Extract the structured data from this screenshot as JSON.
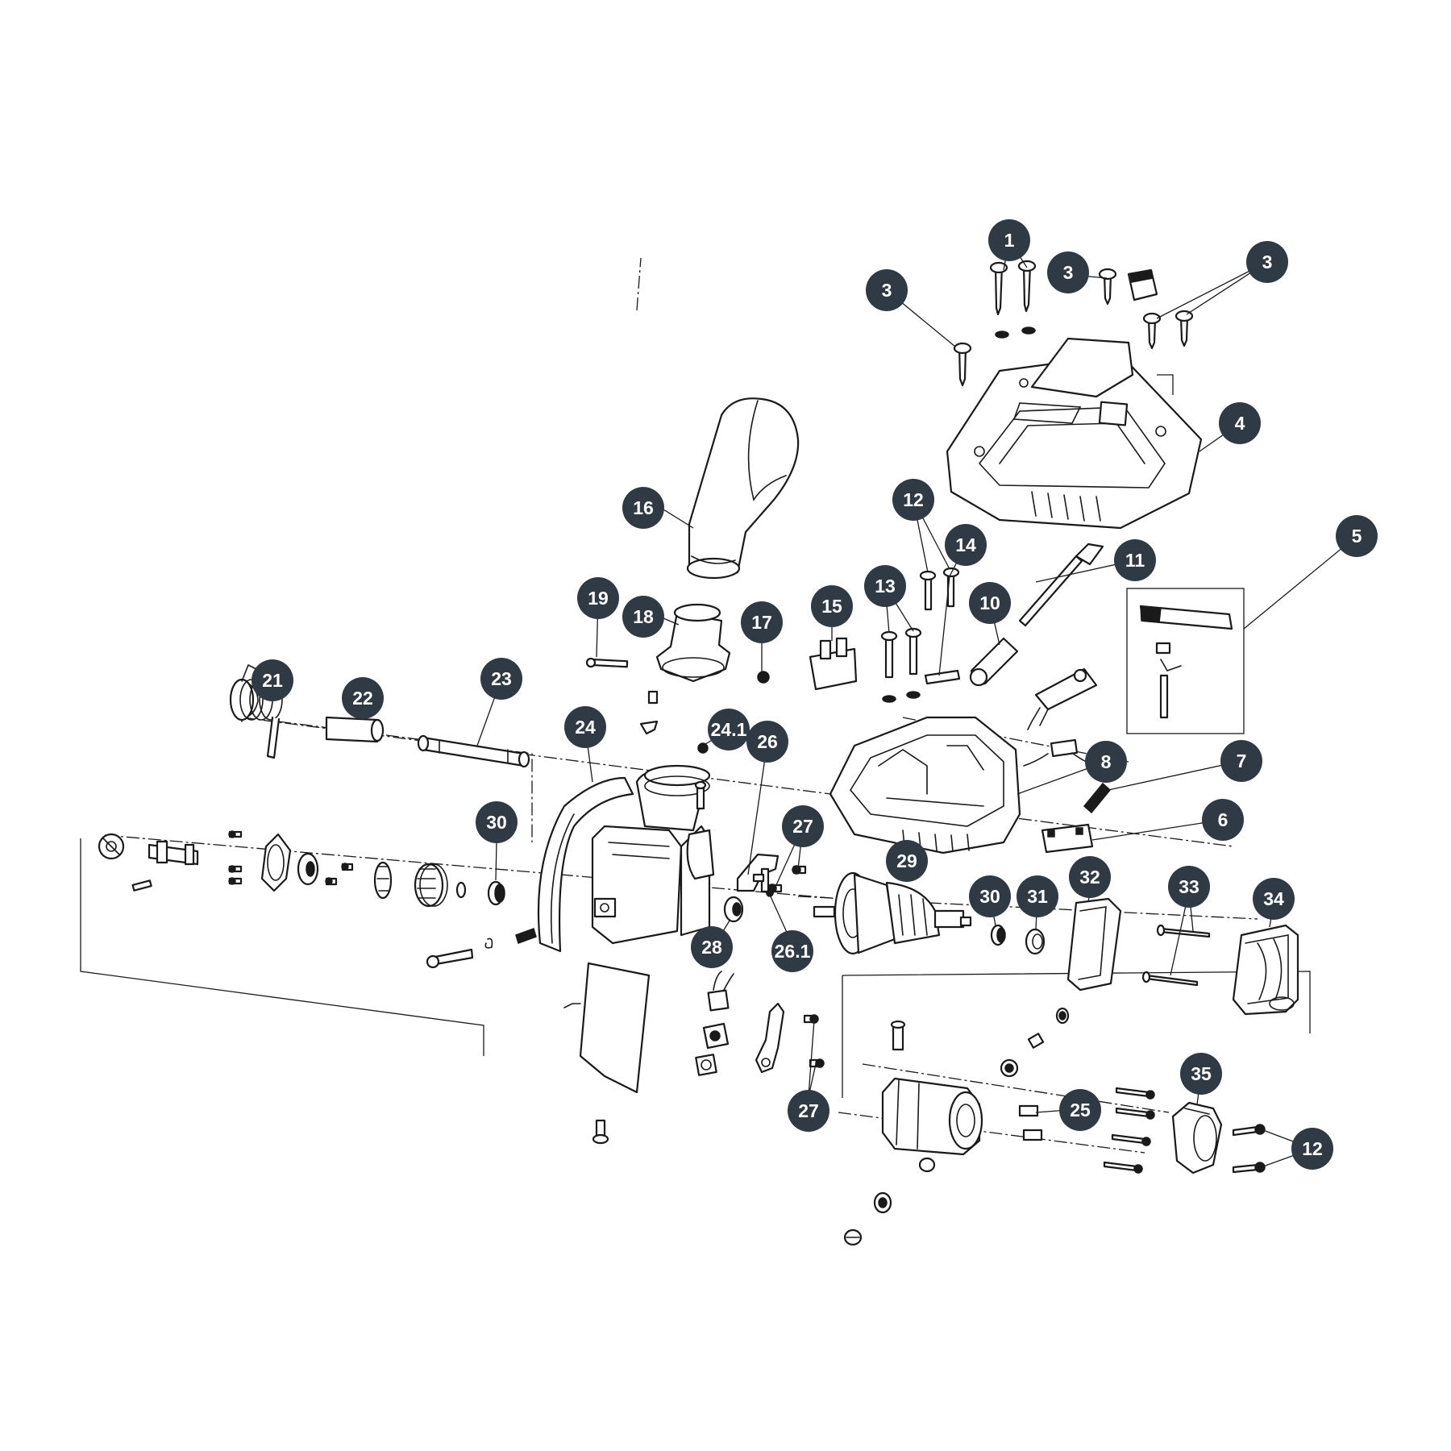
{
  "callout_color": "#2f3a45",
  "callouts": [
    {
      "id": "c1a",
      "label": "1"
    },
    {
      "id": "c3a",
      "label": "3"
    },
    {
      "id": "c3b",
      "label": "3"
    },
    {
      "id": "c3c",
      "label": "3"
    },
    {
      "id": "c4",
      "label": "4"
    },
    {
      "id": "c5",
      "label": "5"
    },
    {
      "id": "c6",
      "label": "6"
    },
    {
      "id": "c7",
      "label": "7"
    },
    {
      "id": "c8",
      "label": "8"
    },
    {
      "id": "c10",
      "label": "10"
    },
    {
      "id": "c11",
      "label": "11"
    },
    {
      "id": "c12a",
      "label": "12"
    },
    {
      "id": "c12b",
      "label": "12"
    },
    {
      "id": "c13",
      "label": "13"
    },
    {
      "id": "c14",
      "label": "14"
    },
    {
      "id": "c15",
      "label": "15"
    },
    {
      "id": "c16",
      "label": "16"
    },
    {
      "id": "c17",
      "label": "17"
    },
    {
      "id": "c18",
      "label": "18"
    },
    {
      "id": "c19",
      "label": "19"
    },
    {
      "id": "c21",
      "label": "21"
    },
    {
      "id": "c22",
      "label": "22"
    },
    {
      "id": "c23",
      "label": "23"
    },
    {
      "id": "c24",
      "label": "24"
    },
    {
      "id": "c241",
      "label": "24.1"
    },
    {
      "id": "c25",
      "label": "25"
    },
    {
      "id": "c26",
      "label": "26"
    },
    {
      "id": "c261",
      "label": "26.1"
    },
    {
      "id": "c27a",
      "label": "27"
    },
    {
      "id": "c27b",
      "label": "27"
    },
    {
      "id": "c28",
      "label": "28"
    },
    {
      "id": "c29",
      "label": "29"
    },
    {
      "id": "c30a",
      "label": "30"
    },
    {
      "id": "c30b",
      "label": "30"
    },
    {
      "id": "c31",
      "label": "31"
    },
    {
      "id": "c32",
      "label": "32"
    },
    {
      "id": "c33",
      "label": "33"
    },
    {
      "id": "c34",
      "label": "34"
    },
    {
      "id": "c35",
      "label": "35"
    }
  ]
}
